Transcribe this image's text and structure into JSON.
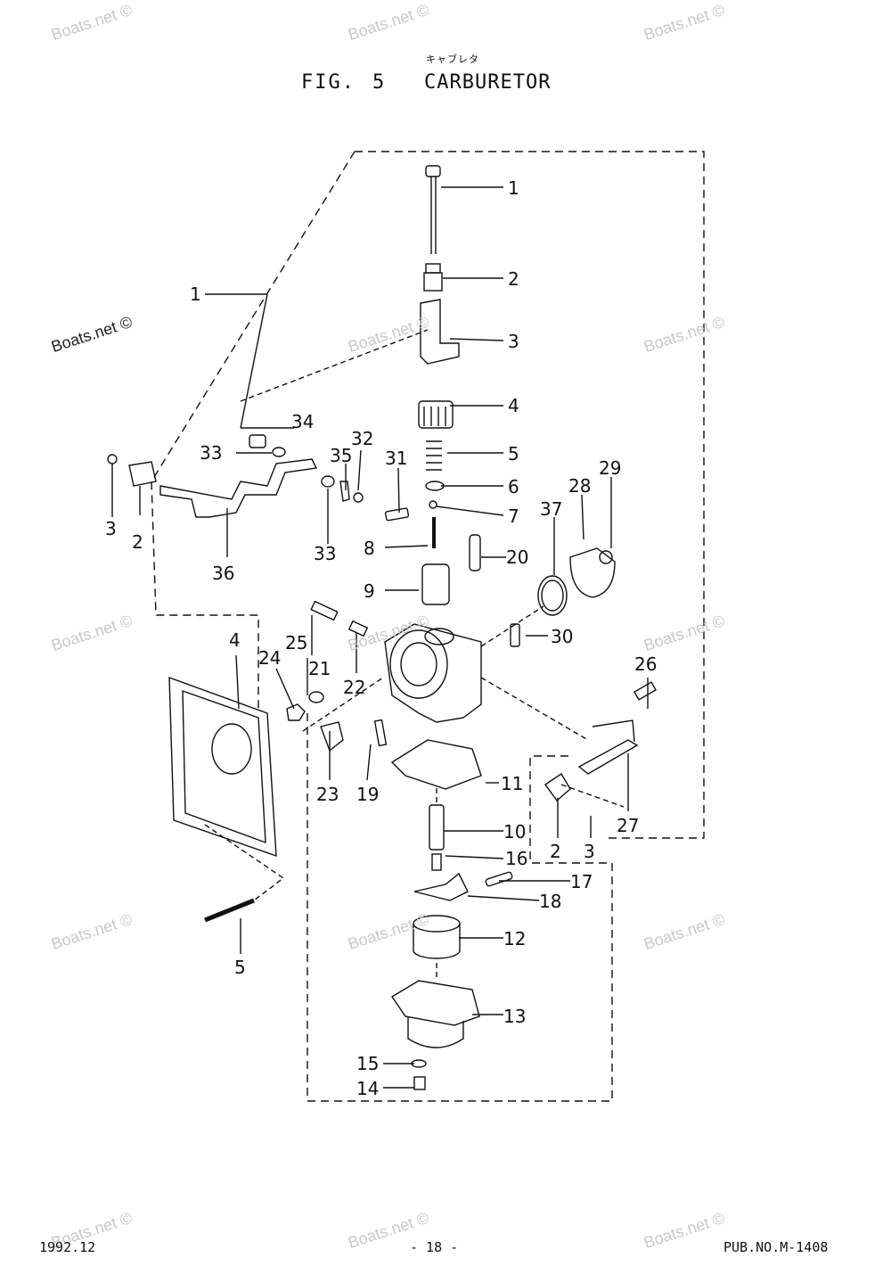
{
  "header": {
    "japanese_title": "キャブレタ",
    "fig_prefix": "FIG.",
    "fig_number": "5",
    "title": "CARBURETOR"
  },
  "callouts": [
    "1",
    "2",
    "3",
    "4",
    "5",
    "6",
    "7",
    "8",
    "9",
    "10",
    "11",
    "12",
    "13",
    "14",
    "15",
    "16",
    "17",
    "18",
    "19",
    "20",
    "21",
    "22",
    "23",
    "24",
    "25",
    "26",
    "27",
    "28",
    "29",
    "30",
    "31",
    "32",
    "33",
    "34",
    "35",
    "36",
    "37"
  ],
  "footer": {
    "date": "1992.12",
    "page": "- 18 -",
    "pub": "PUB.NO.M-1408"
  },
  "watermark": "Boats.net ©"
}
